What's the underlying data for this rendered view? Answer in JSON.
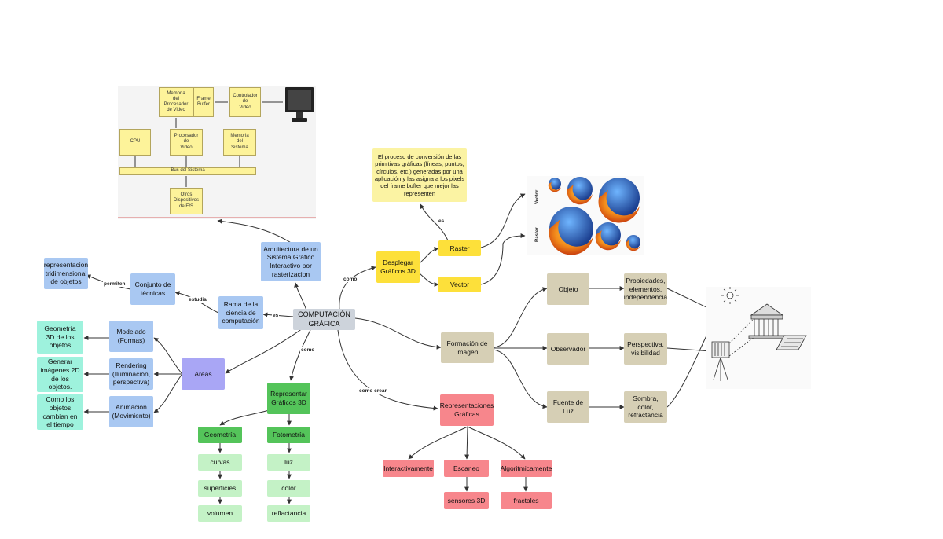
{
  "colors": {
    "blue": "#a9c8f2",
    "teal": "#9ef2dd",
    "purple": "#a9a6f5",
    "green_dark": "#54c45a",
    "green_light": "#c4f2c6",
    "pink": "#f7868c",
    "yellow": "#fde03a",
    "yellow_light": "#fbf3a3",
    "tan": "#d6cfb5",
    "gray": "#cdd3db",
    "edge": "#333333"
  },
  "nodes": {
    "central": "COMPUTACIÓN\nGRÁFICA",
    "rama": "Rama de la\nciencia de\ncomputación",
    "conjunto": "Conjunto de\ntécnicas",
    "representacion3d": "representacion\ntridimensional\nde objetos",
    "arquitectura": "Arquitectura de un\nSistema Grafico\nInteractivo por\nrasterizacion",
    "areas": "Areas",
    "modelado": "Modelado\n(Formas)",
    "rendering": "Rendering\n(Iluminación,\nperspectiva)",
    "animacion": "Animación\n(Movimiento)",
    "geometria3d": "Geometría\n3D de los\nobjetos",
    "generar2d": "Generar\nimágenes 2D\nde los\nobjetos.",
    "comocambian": "Como los\nobjetos\ncambian en\nel tiempo",
    "representar3d": "Representar\nGráficos 3D",
    "geometria": "Geometría",
    "fotometria": "Fotometría",
    "curvas": "curvas",
    "superficies": "superficies",
    "volumen": "volumen",
    "luz": "luz",
    "color": "color",
    "reflactancia": "reflactancia",
    "desplegar3d": "Desplegar\nGráficos 3D",
    "raster": "Raster",
    "vector": "Vector",
    "proceso": "El proceso de conversión de las\nprimitivas gráficas (líneas, puntos,\ncírculos, etc.) generadas por una\naplicación y las asigna a los pixels\ndel frame buffer que mejor las\nrepresenten",
    "formacion": "Formación de\nimagen",
    "objeto": "Objeto",
    "observador": "Observador",
    "fuenteluz": "Fuente de\nLuz",
    "propiedades": "Propiedades,\nelementos,\nindependencia",
    "perspectiva": "Perspectiva,\nvisibilidad",
    "sombra": "Sombra,\ncolor,\nrefractancia",
    "representaciones": "Representaciones\nGráficas",
    "interactivamente": "Interactivamente",
    "escaneo": "Escaneo",
    "algoritmicamente": "Algoritmicamente",
    "sensores3d": "sensores 3D",
    "fractales": "fractales"
  },
  "edge_labels": {
    "es_rama": "es",
    "estudia": "estudia",
    "permiten": "permiten",
    "como_despliegue": "como",
    "como_representar": "como",
    "como_crear": "como crear",
    "es_proceso": "es"
  },
  "hardware_diagram": {
    "memoria_procesador": "Memoria\ndel\nProcesador\nde Video",
    "frame_buffer": "Frame\nBuffer",
    "controlador": "Controlador\nde\nVideo",
    "cpu": "CPU",
    "procesador_video": "Procesador\nde\nVideo",
    "memoria_sistema": "Memoria\ndel\nSistema",
    "bus": "Bus del Sistema",
    "otros": "Otros\nDispositivos\nde E/S"
  },
  "raster_vector_image": {
    "label_vector": "Vector",
    "label_raster": "Raster",
    "icon": "firefox-logo-icon"
  },
  "temple_image": {
    "icon": "temple-camera-light-icon"
  }
}
